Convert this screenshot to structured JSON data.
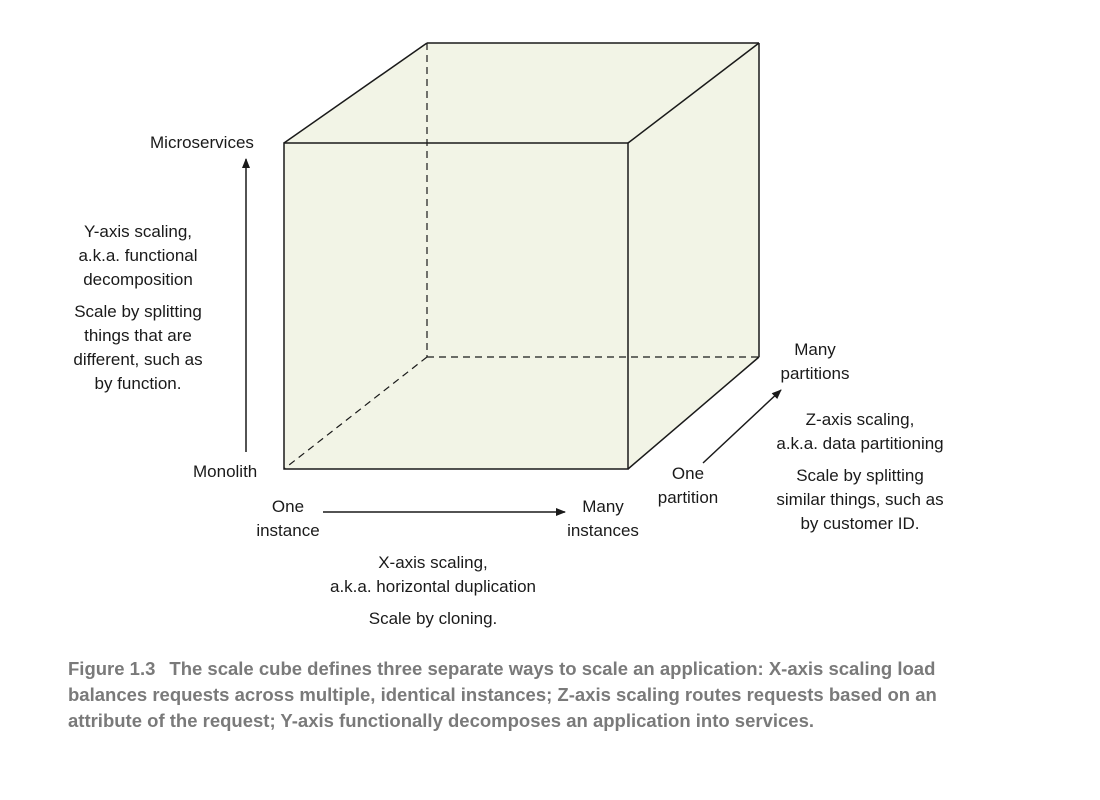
{
  "y_axis": {
    "top_label": "Microservices",
    "bottom_label": "Monolith",
    "title_lines": [
      "Y-axis scaling,",
      "a.k.a. functional",
      "decomposition"
    ],
    "description_lines": [
      "Scale by splitting",
      "things that are",
      "different, such as",
      "by function."
    ]
  },
  "x_axis": {
    "start_label_lines": [
      "One",
      "instance"
    ],
    "end_label_lines": [
      "Many",
      "instances"
    ],
    "title_lines": [
      "X-axis scaling,",
      "a.k.a. horizontal duplication"
    ],
    "description": "Scale by cloning."
  },
  "z_axis": {
    "start_label_lines": [
      "One",
      "partition"
    ],
    "end_label_lines": [
      "Many",
      "partitions"
    ],
    "title_lines": [
      "Z-axis scaling,",
      "a.k.a. data partitioning"
    ],
    "description_lines": [
      "Scale by splitting",
      "similar things, such as",
      "by customer ID."
    ]
  },
  "caption": {
    "figure_number": "Figure 1.3",
    "text": "The scale cube defines three separate ways to scale an application: X-axis scaling load balances requests across multiple, identical instances; Z-axis scaling routes requests based on an attribute of the request; Y-axis functionally decomposes an application into services."
  },
  "colors": {
    "cube_fill": "#f2f4e6",
    "stroke": "#1a1a1a",
    "caption_text": "#7a7a7a"
  }
}
